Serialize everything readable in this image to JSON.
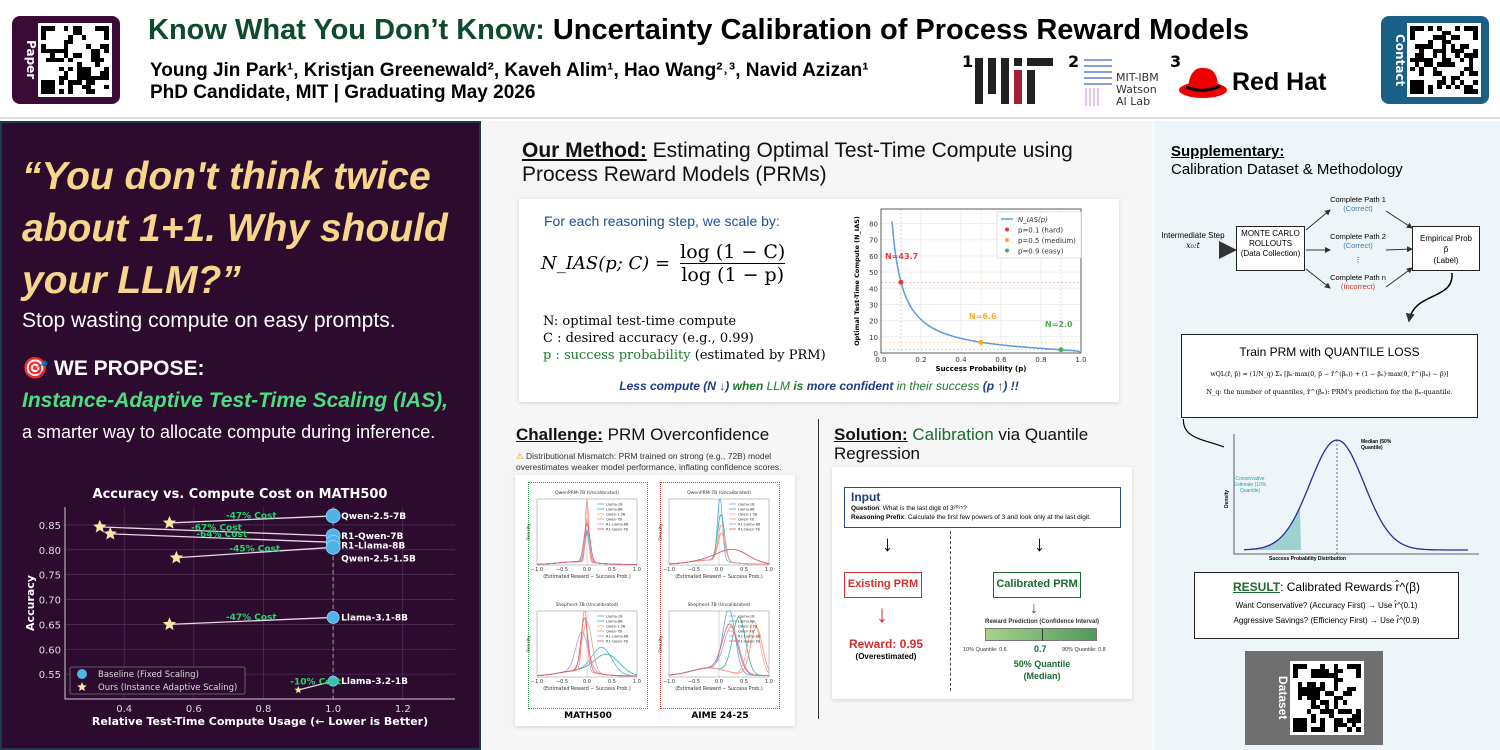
{
  "header": {
    "title_highlight": "Know What You Don’t Know:",
    "title_rest": "Uncertainty Calibration of Process Reward Models",
    "authors": "Young Jin Park¹, Kristjan Greenewald², Kaveh Alim¹, Hao Wang²˒³, Navid Azizan¹",
    "role": "PhD Candidate, MIT | Graduating May 2026",
    "qr_left_label": "Paper",
    "qr_right_label": "Contact",
    "affil_1": "1",
    "affil_2": "2",
    "affil_3": "3",
    "mitibm": "MIT-IBM Watson AI Lab",
    "redhat": "Red Hat",
    "colors": {
      "green": "#0d4a2e",
      "left_qr": "#3a0b36",
      "right_qr": "#1a5f86"
    }
  },
  "left": {
    "quote": "“You don't think twice about 1+1. Why should your LLM?”",
    "stop": "Stop wasting compute on easy prompts.",
    "propose_icon": "🎯",
    "propose": "WE PROPOSE:",
    "ias": "Instance-Adaptive Test-Time Scaling (IAS),",
    "smarter": "a smarter way to allocate compute during inference."
  },
  "chart_data": [
    {
      "type": "scatter",
      "title": "Accuracy vs. Compute Cost on MATH500",
      "xlabel": "Relative Test-Time Compute Usage (← Lower is Better)",
      "ylabel": "Accuracy",
      "xlim": [
        0.23,
        1.35
      ],
      "ylim": [
        0.5,
        0.886
      ],
      "xticks": [
        0.4,
        0.6,
        0.8,
        1.0,
        1.2
      ],
      "yticks": [
        0.55,
        0.6,
        0.65,
        0.7,
        0.75,
        0.8,
        0.85
      ],
      "legend": [
        "Baseline (Fixed Scaling)",
        "Ours (Instance Adaptive Scaling)"
      ],
      "legend_position": "bottom-left",
      "models": [
        {
          "name": "Qwen-2.5-7B",
          "baseline": [
            1.0,
            0.868
          ],
          "ours": [
            0.53,
            0.854
          ],
          "label": "-47% Cost"
        },
        {
          "name": "R1-Qwen-7B",
          "baseline": [
            1.0,
            0.828
          ],
          "ours": [
            0.33,
            0.846
          ],
          "label": "-67% Cost"
        },
        {
          "name": "R1-Llama-8B",
          "baseline": [
            1.0,
            0.815
          ],
          "ours": [
            0.36,
            0.832
          ],
          "label": "-64% Cost"
        },
        {
          "name": "Qwen-2.5-1.5B",
          "baseline": [
            1.0,
            0.805
          ],
          "ours": [
            0.55,
            0.784
          ],
          "label": "-45% Cost"
        },
        {
          "name": "Llama-3.1-8B",
          "baseline": [
            1.0,
            0.664
          ],
          "ours": [
            0.53,
            0.65
          ],
          "label": "-47% Cost"
        },
        {
          "name": "Llama-3.2-1B",
          "baseline": [
            1.0,
            0.536
          ],
          "ours": [
            0.9,
            0.518
          ],
          "label": "-10% Cost"
        }
      ],
      "colors": {
        "baseline": "#4fb3e8",
        "ours": "#fde3a7",
        "cost": "#22d36b"
      }
    },
    {
      "type": "line",
      "xlabel": "Success Probability (p)",
      "ylabel": "Optimal Test-Time Compute (N_IAS)",
      "xlim": [
        0,
        1
      ],
      "ylim": [
        0,
        89
      ],
      "xticks": [
        0.0,
        0.2,
        0.4,
        0.6,
        0.8,
        1.0
      ],
      "yticks": [
        0,
        10,
        20,
        30,
        40,
        50,
        60,
        70,
        80
      ],
      "C": 0.99,
      "legend": [
        "N_IAS(p)",
        "p=0.1 (hard)",
        "p=0.5 (medium)",
        "p=0.9 (easy)"
      ],
      "points": [
        {
          "p": 0.1,
          "N": 43.7,
          "label": "N=43.7",
          "color": "#e53935"
        },
        {
          "p": 0.5,
          "N": 6.6,
          "label": "N=6.6",
          "color": "#ffa726"
        },
        {
          "p": 0.9,
          "N": 2.0,
          "label": "N=2.0",
          "color": "#4caf50"
        }
      ]
    }
  ],
  "method": {
    "title_bold": "Our Method:",
    "title_rest": "Estimating Optimal Test-Time Compute using Process Reward Models (PRMs)",
    "scale_by": "For each reasoning step, we scale by:",
    "lhs": "N_IAS(p; C) =",
    "num": "log (1 − C)",
    "den": "log (1 − p)",
    "def_n": "N: optimal test-time compute",
    "def_c": "C : desired accuracy (e.g., 0.99)",
    "def_p": "p : success probability",
    "def_p2": "(estimated by PRM)",
    "tagline_1": "Less compute (N ↓)",
    "tagline_2": "when",
    "tagline_3": "LLM",
    "tagline_4": "is",
    "tagline_5": "more confident",
    "tagline_6": "in their success",
    "tagline_7": "(p ↑) !!"
  },
  "challenge": {
    "title_bold": "Challenge:",
    "title_rest": "PRM Overconfidence",
    "warn_icon": "⚠",
    "desc": "Distributional Mismatch: PRM trained on strong (e.g., 72B) model overestimates weaker model performance, inflating confidence scores.",
    "panels": [
      {
        "title": "QwenPRM-7B (Uncalibrated)"
      },
      {
        "title": "QwenPRM-7B (Uncalibrated)"
      },
      {
        "title": "Shepherd-7B (Uncalibrated)"
      },
      {
        "title": "Shepherd-7B (Uncalibrated)"
      }
    ],
    "xlabel": "(Estimated Reward − Success Prob.)",
    "ylabel": "Density",
    "series": [
      "Llama-1B",
      "Llama-8B",
      "Qwen-1.5B",
      "Qwen-7B",
      "R1-Llama-8B",
      "R1-Qwen-7B"
    ],
    "dataset_left": "MATH500",
    "dataset_right": "AIME 24-25"
  },
  "solution": {
    "title_bold": "Solution:",
    "title_green": "Calibration",
    "title_rest": "via Quantile Regression",
    "input_title": "Input",
    "question_label": "Question",
    "question": ": What is the last digit of 3²⁰²⁵?",
    "prefix_label": "Reasoning Prefix",
    "prefix": ": Calculate the first few powers of 3 and look only at the last digit.",
    "existing": "Existing PRM",
    "calibrated": "Calibrated PRM",
    "reward": "Reward: 0.95",
    "overestimated": "(Overestimated)",
    "ci_title": "Reward Prediction (Confidence Interval)",
    "q10": "10% Quantile: 0.6",
    "q50": "0.7",
    "q90": "90% Quantile: 0.8",
    "median_1": "50% Quantile",
    "median_2": "(Median)"
  },
  "supplementary": {
    "title": "Supplementary:",
    "subtitle": "Calibration Dataset & Methodology",
    "step": "Intermediate Step",
    "step_var": "x₀:t",
    "mc": "MONTE CARLO ROLLOUTS",
    "mc_sub": "(Data Collection)",
    "paths": [
      {
        "label": "Complete Path 1",
        "status": "(Correct)"
      },
      {
        "label": "Complete Path 2",
        "status": "(Correct)"
      },
      {
        "label": "Complete Path n",
        "status": "(Incorrect)"
      }
    ],
    "dots": "⋮",
    "emp": "Empirical Prob p̃",
    "emp_sub": "(Label)",
    "train": "Train PRM with QUANTILE LOSS",
    "loss": "wQL(r̂, p̃) = (1/N_q) Σₙ [βₙ·max(0, p̃ − r̂^(βₙ)) + (1 − βₙ)·max(0, r̂^(βₙ) − p̃)]",
    "loss_desc": "N_q: the number of quantiles, r̂^(βₙ): PRM's prediction for the βₙ-quantile.",
    "median": "Median (50% Quantile)",
    "conservative": "Conservative Estimate (10% Quantile)",
    "density": "Density",
    "dist": "Success Probability Distribution",
    "result_bold": "RESULT",
    "result_rest": ": Calibrated Rewards r̂^(β)",
    "cons": "Want Conservative? (Accuracy First) → Use r̂^(0.1)",
    "agg": "Aggressive Savings? (Efficiency First) → Use r̂^(0.9)",
    "dataset_label": "Dataset"
  }
}
